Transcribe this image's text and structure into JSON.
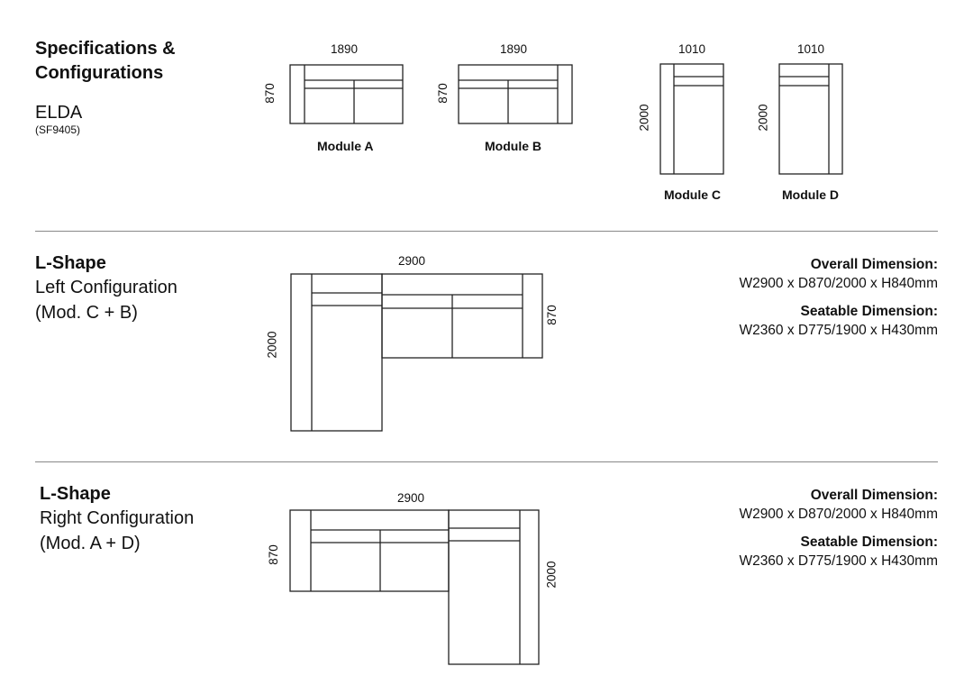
{
  "header": {
    "title_line1": "Specifications &",
    "title_line2": "Configurations",
    "product": "ELDA",
    "code": "(SF9405)"
  },
  "modules": [
    {
      "name": "Module A",
      "width": "1890",
      "depth": "870"
    },
    {
      "name": "Module B",
      "width": "1890",
      "depth": "870"
    },
    {
      "name": "Module C",
      "width": "1010",
      "depth": "2000"
    },
    {
      "name": "Module D",
      "width": "1010",
      "depth": "2000"
    }
  ],
  "configs": [
    {
      "title": "L-Shape",
      "subtitle": "Left Configuration",
      "modules": "(Mod. C + B)",
      "width": "2900",
      "depth_chaise": "2000",
      "depth_sofa": "870",
      "overall_label": "Overall Dimension:",
      "overall_value": "W2900 x D870/2000 x H840mm",
      "seat_label": "Seatable Dimension:",
      "seat_value": "W2360 x D775/1900 x H430mm"
    },
    {
      "title": "L-Shape",
      "subtitle": "Right Configuration",
      "modules": "(Mod. A + D)",
      "width": "2900",
      "depth_chaise": "2000",
      "depth_sofa": "870",
      "overall_label": "Overall Dimension:",
      "overall_value": "W2900 x D870/2000 x H840mm",
      "seat_label": "Seatable Dimension:",
      "seat_value": "W2360 x D775/1900 x H430mm"
    }
  ]
}
